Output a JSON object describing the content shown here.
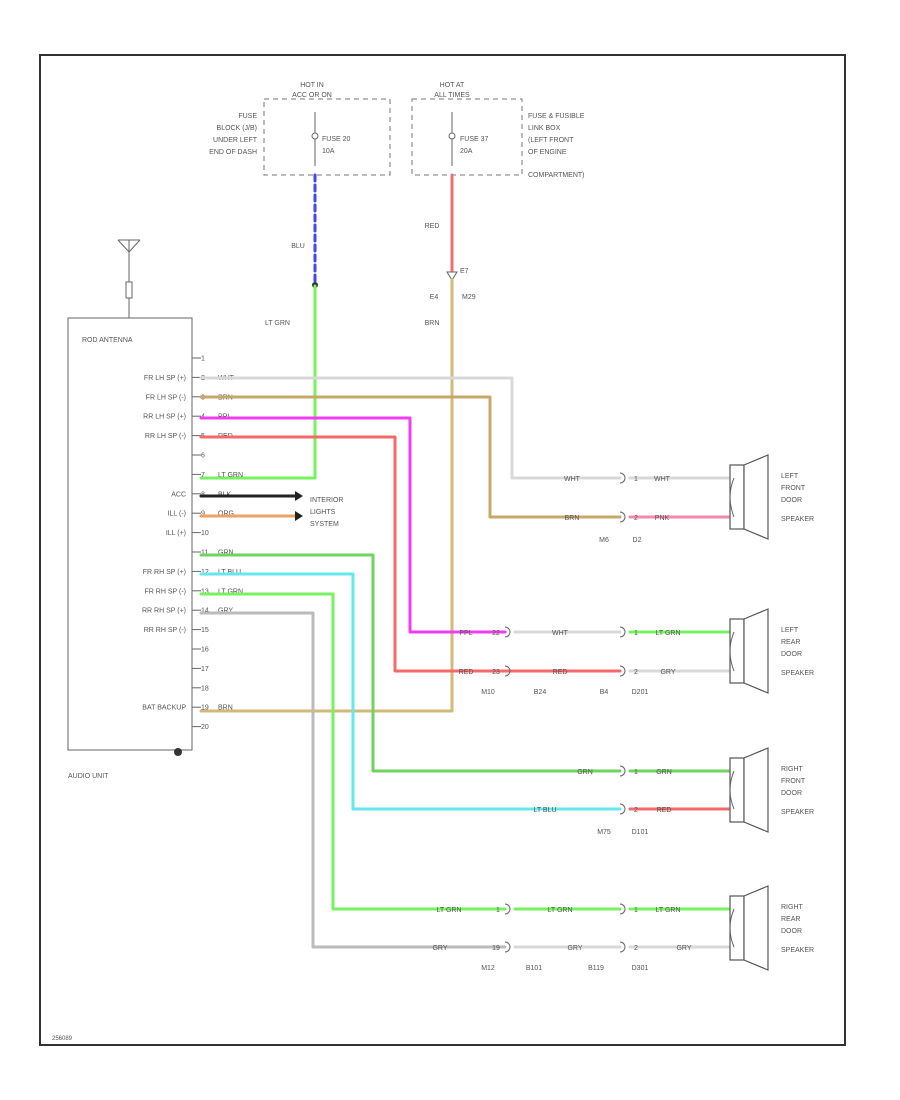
{
  "colors": {
    "WHT": "#d8d8d8",
    "BRN": "#c8a86a",
    "PPL": "#f13cf1",
    "RED": "#f46a6a",
    "LT GRN": "#77f25f",
    "BLK": "#222222",
    "ORG": "#f0a060",
    "GRN": "#6fd35f",
    "LT BLU": "#66e8ee",
    "GRY": "#bbbbbb",
    "PNK": "#f48aa8",
    "BLU_DASH": "#4646ee",
    "RED_FEED": "#f07070",
    "BRN_FEED": "#d4b878"
  },
  "fuse_left": {
    "header_1": "HOT IN",
    "header_2": "ACC OR ON",
    "label_1": "FUSE",
    "label_2": "BLOCK (J/B)",
    "label_3": "UNDER LEFT",
    "label_4": "END OF DASH",
    "fuse_name": "FUSE 20",
    "fuse_amps": "10A"
  },
  "fuse_right": {
    "header_1": "HOT AT",
    "header_2": "ALL TIMES",
    "label_1": "FUSE & FUSIBLE",
    "label_2": "LINK BOX",
    "label_3": "(LEFT FRONT",
    "label_4": "OF ENGINE",
    "label_5": "COMPARTMENT)",
    "fuse_name": "FUSE 37",
    "fuse_amps": "20A"
  },
  "feed_labels": {
    "blu": "BLU",
    "lt_grn": "LT GRN",
    "red": "RED",
    "e7": "E7",
    "e4": "E4",
    "m29": "M29",
    "brn": "BRN"
  },
  "audio_unit": {
    "antenna": "ROD ANTENNA",
    "name": "AUDIO UNIT",
    "pins": [
      {
        "num": "1",
        "label": "",
        "wire": ""
      },
      {
        "num": "2",
        "label": "FR LH SP (+)",
        "wire": "WHT"
      },
      {
        "num": "3",
        "label": "FR LH SP (-)",
        "wire": "BRN"
      },
      {
        "num": "4",
        "label": "RR LH SP (+)",
        "wire": "PPL"
      },
      {
        "num": "5",
        "label": "RR LH SP (-)",
        "wire": "RED"
      },
      {
        "num": "6",
        "label": "",
        "wire": ""
      },
      {
        "num": "7",
        "label": "",
        "wire": "LT GRN"
      },
      {
        "num": "8",
        "label": "ACC",
        "wire": "BLK"
      },
      {
        "num": "9",
        "label": "ILL (-)",
        "wire": "ORG"
      },
      {
        "num": "10",
        "label": "ILL (+)",
        "wire": ""
      },
      {
        "num": "11",
        "label": "",
        "wire": "GRN"
      },
      {
        "num": "12",
        "label": "FR RH SP (+)",
        "wire": "LT BLU"
      },
      {
        "num": "13",
        "label": "FR RH SP (-)",
        "wire": "LT GRN"
      },
      {
        "num": "14",
        "label": "RR RH SP (+)",
        "wire": "GRY"
      },
      {
        "num": "15",
        "label": "RR RH SP (-)",
        "wire": ""
      },
      {
        "num": "16",
        "label": "",
        "wire": ""
      },
      {
        "num": "17",
        "label": "",
        "wire": ""
      },
      {
        "num": "18",
        "label": "",
        "wire": ""
      },
      {
        "num": "19",
        "label": "BAT BACKUP",
        "wire": "BRN"
      },
      {
        "num": "20",
        "label": "",
        "wire": ""
      }
    ]
  },
  "illum": {
    "line_1": "INTERIOR",
    "line_2": "LIGHTS",
    "line_3": "SYSTEM"
  },
  "left_front": {
    "top_wire_1": "WHT",
    "top_pin": "1",
    "top_wire_2": "WHT",
    "bot_wire_1": "BRN",
    "bot_pin": "2",
    "bot_wire_2": "PNK",
    "conn_1": "M6",
    "conn_2": "D2",
    "speaker_1": "LEFT",
    "speaker_2": "FRONT",
    "speaker_3": "DOOR",
    "speaker_4": "SPEAKER"
  },
  "left_rear": {
    "top_wire_1": "PPL",
    "top_pin_a": "22",
    "top_wire_2": "WHT",
    "top_pin_b": "1",
    "top_wire_3": "LT GRN",
    "bot_wire_1": "RED",
    "bot_pin_a": "23",
    "bot_wire_2": "RED",
    "bot_pin_b": "2",
    "bot_wire_3": "GRY",
    "conn_1": "M10",
    "conn_2": "B24",
    "conn_3": "B4",
    "conn_4": "D201",
    "speaker_1": "LEFT",
    "speaker_2": "REAR",
    "speaker_3": "DOOR",
    "speaker_4": "SPEAKER"
  },
  "right_front": {
    "top_wire_1": "GRN",
    "top_pin": "1",
    "top_wire_2": "GRN",
    "bot_wire_1": "LT BLU",
    "bot_pin": "2",
    "bot_wire_2": "RED",
    "conn_1": "M75",
    "conn_2": "D101",
    "speaker_1": "RIGHT",
    "speaker_2": "FRONT",
    "speaker_3": "DOOR",
    "speaker_4": "SPEAKER"
  },
  "right_rear": {
    "top_wire_1": "LT GRN",
    "top_pin_a": "1",
    "top_wire_2": "LT GRN",
    "top_pin_b": "1",
    "top_wire_3": "LT GRN",
    "bot_wire_1": "GRY",
    "bot_pin_a": "19",
    "bot_wire_2": "GRY",
    "bot_pin_b": "2",
    "bot_wire_3": "GRY",
    "conn_1": "M12",
    "conn_2": "B101",
    "conn_3": "B119",
    "conn_4": "D301",
    "speaker_1": "RIGHT",
    "speaker_2": "REAR",
    "speaker_3": "DOOR",
    "speaker_4": "SPEAKER"
  },
  "diagram_id": "256089"
}
